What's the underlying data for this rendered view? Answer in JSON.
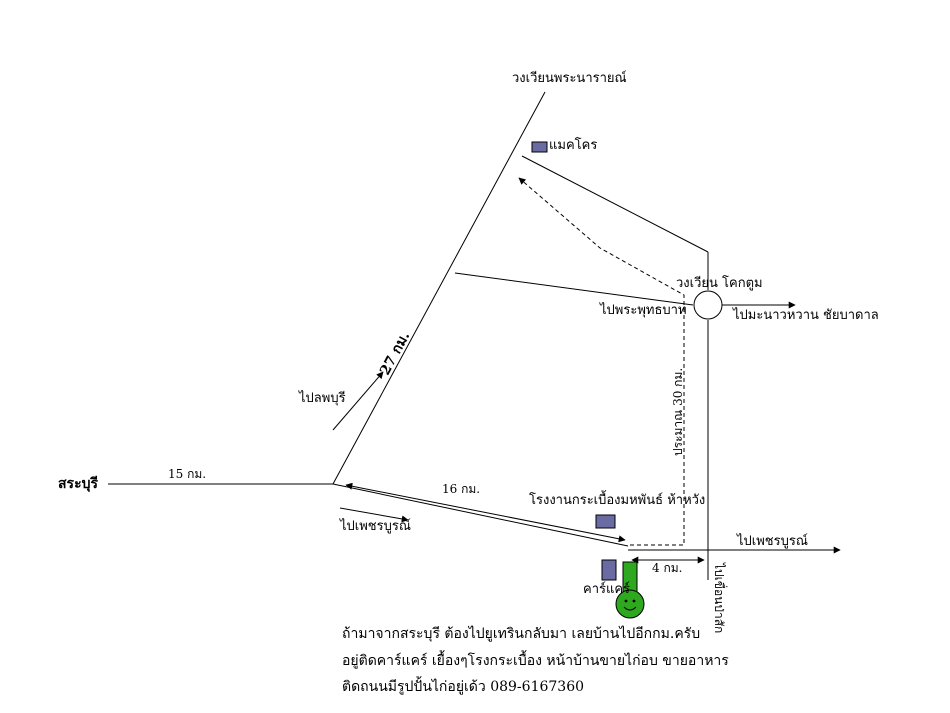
{
  "labels": {
    "north_roundabout": "วงเวียนพระนารายณ์",
    "makro": "แมคโคร",
    "roundabout_kokthum": "วงเวียน โคกตูม",
    "to_phraphutthabat": "ไปพระพุทธบาท",
    "to_manao_chaibadan": "ไปมะนาวหวาน ชัยบาดาล",
    "distance_27": "27 กม.",
    "to_lopburi": "ไปลพบุรี",
    "distance_approx_30": "ประมาณ 30 กม.",
    "saraburi": "สระบุรี",
    "distance_15": "15 กม.",
    "distance_16": "16 กม.",
    "factory": "โรงงานกระเบื้องมหพันธ์ ห้าหวัง",
    "to_phetchabun_left": "ไปเพชรบูรณ์",
    "to_phetchabun_right": "ไปเพชรบูรณ์",
    "distance_4": "4 กม.",
    "car_care": "คาร์แคร์",
    "to_dam": "ไปเขื่อนป่าสัก"
  },
  "note": {
    "line1": "ถ้ามาจากสระบุรี ต้องไปยูเทรินกลับมา เลยบ้านไปอีกกม.ครับ",
    "line2": "อยู่ติดคาร์แคร์ เยื้องๆโรงกระเบื้อง หน้าบ้านขายไก่อบ ขายอาหาร",
    "line3": "ติดถนนมีรูปปั้นไก่อยู่เด้ว 089-6167360"
  },
  "colors": {
    "landmark_fill": "#6b6ba3",
    "chicken_green": "#2ea81e"
  },
  "icons": [
    "landmark-box-icon",
    "roundabout-circle-icon",
    "chicken-statue-icon"
  ]
}
